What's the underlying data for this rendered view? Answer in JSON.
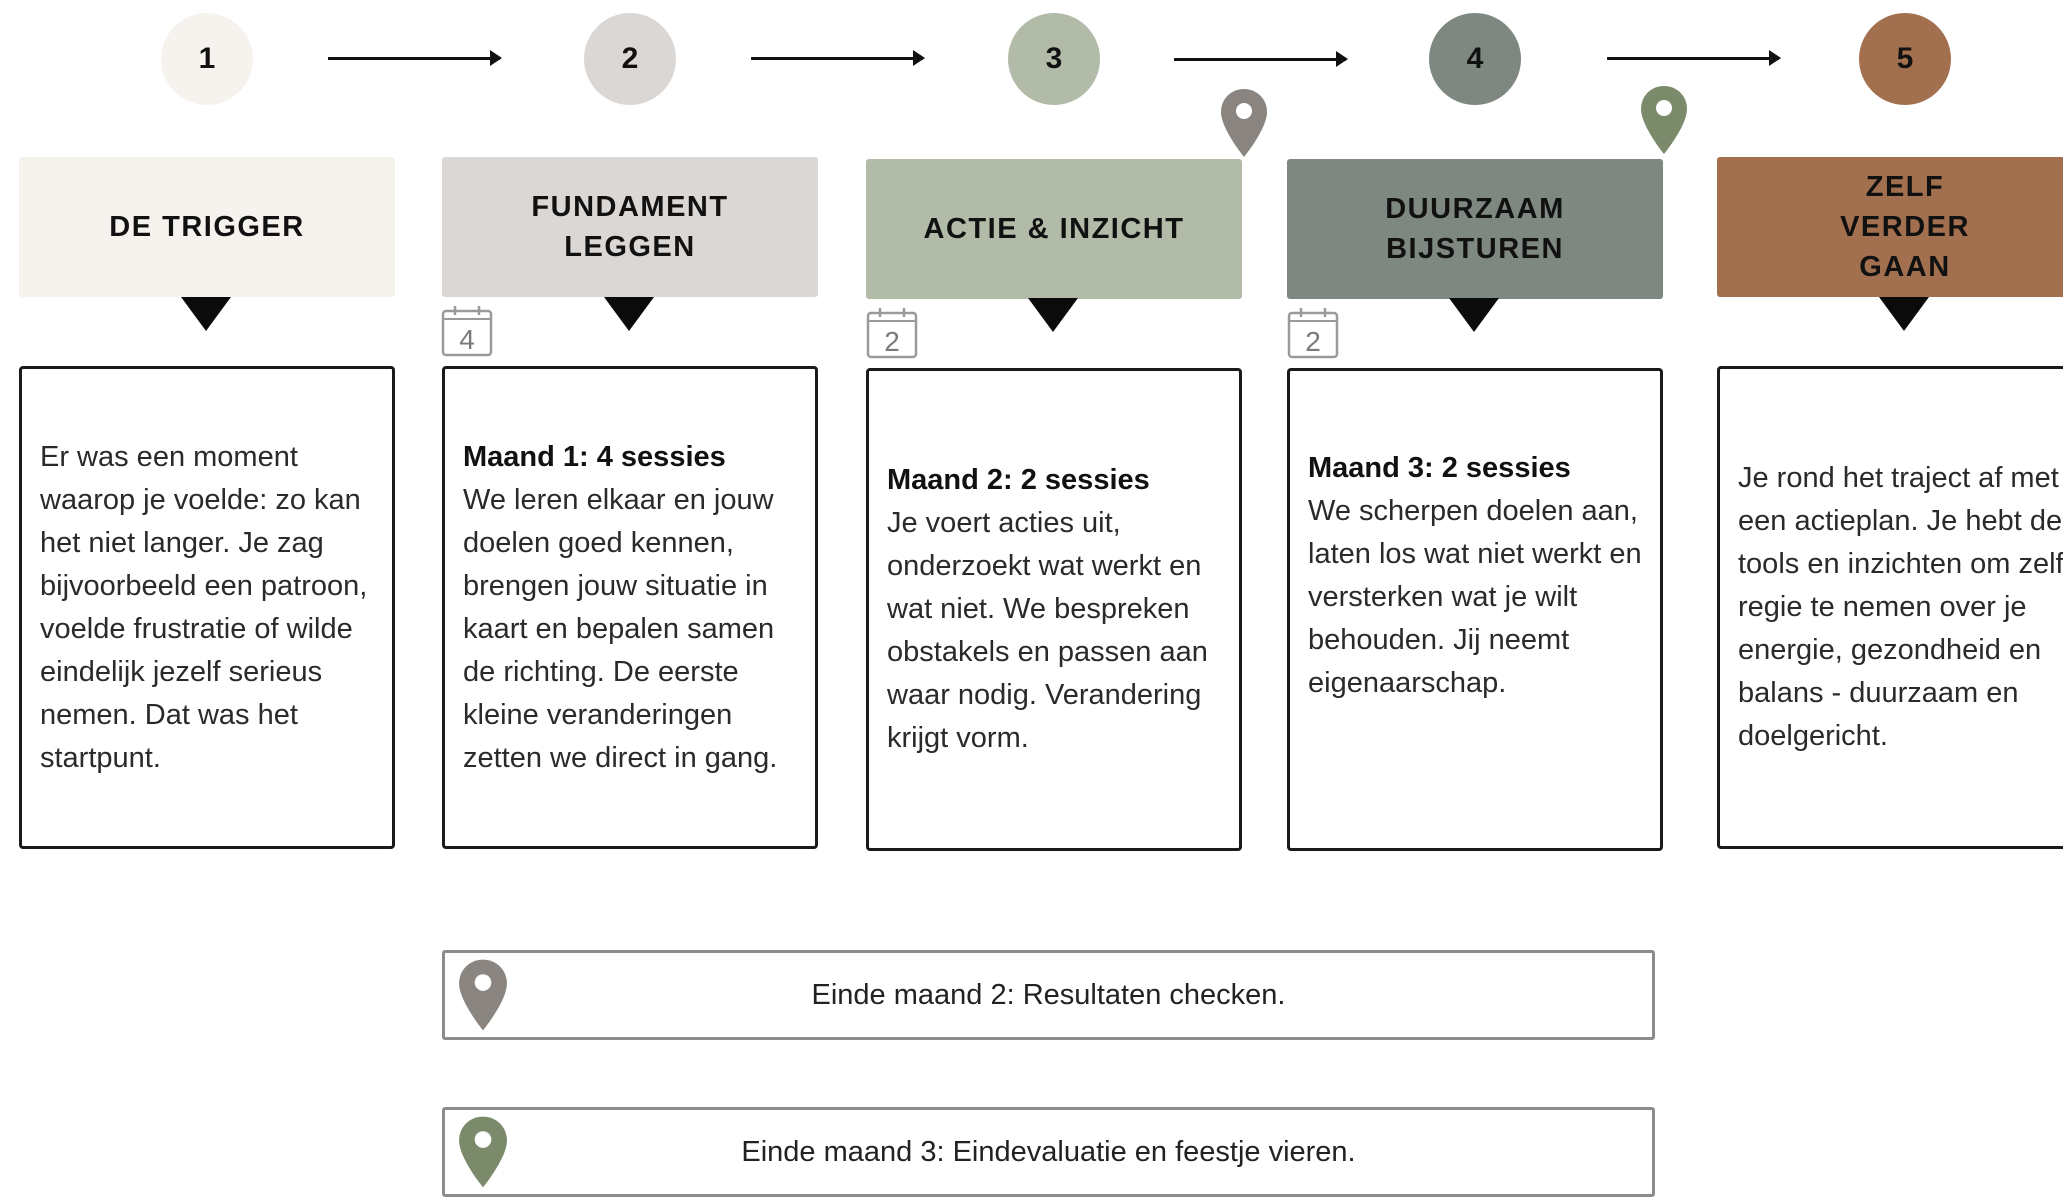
{
  "colors": {
    "step1": "#f6f3ef",
    "step2": "#dbd7d4",
    "step3": "#b2baa8",
    "step4": "#7e8880",
    "step5": "#a3704f",
    "pin_grey": "#8a8580",
    "pin_green": "#7a8a6a"
  },
  "steps": [
    {
      "number": "1",
      "title": "DE TRIGGER",
      "heading": "",
      "text": "Er was een moment waarop je voelde: zo kan het niet langer. Je zag bijvoorbeeld een patroon, voelde frustratie of wilde eindelijk jezelf serieus nemen. Dat was het startpunt.",
      "calendar": ""
    },
    {
      "number": "2",
      "title": "FUNDAMENT LEGGEN",
      "heading": "Maand 1: 4 sessies",
      "text": "We leren elkaar en jouw doelen goed kennen, brengen jouw situatie in kaart en bepalen samen de richting. De eerste kleine veranderingen zetten we direct in gang.",
      "calendar": "4"
    },
    {
      "number": "3",
      "title": "ACTIE & INZICHT",
      "heading": "Maand 2: 2 sessies",
      "text": "Je voert acties uit, onderzoekt wat werkt en wat niet. We bespreken obstakels en passen aan waar nodig. Verandering krijgt vorm.",
      "calendar": "2"
    },
    {
      "number": "4",
      "title": "DUURZAAM BIJSTUREN",
      "heading": "Maand 3: 2 sessies",
      "text": "We scherpen doelen aan, laten los wat niet werkt en versterken wat je wilt behouden. Jij neemt eigenaarschap.",
      "calendar": "2"
    },
    {
      "number": "5",
      "title": "ZELF VERDER GAAN",
      "heading": "",
      "text": "Je rond het traject af met een actieplan. Je hebt de tools en inzichten om zelf regie te nemen over je energie, gezondheid en balans - duurzaam en doelgericht.",
      "calendar": ""
    }
  ],
  "milestones": [
    {
      "text": "Einde maand 2: Resultaten checken.",
      "pin_color": "grey"
    },
    {
      "text": "Einde maand 3: Eindevaluatie en feestje vieren.",
      "pin_color": "green"
    }
  ]
}
